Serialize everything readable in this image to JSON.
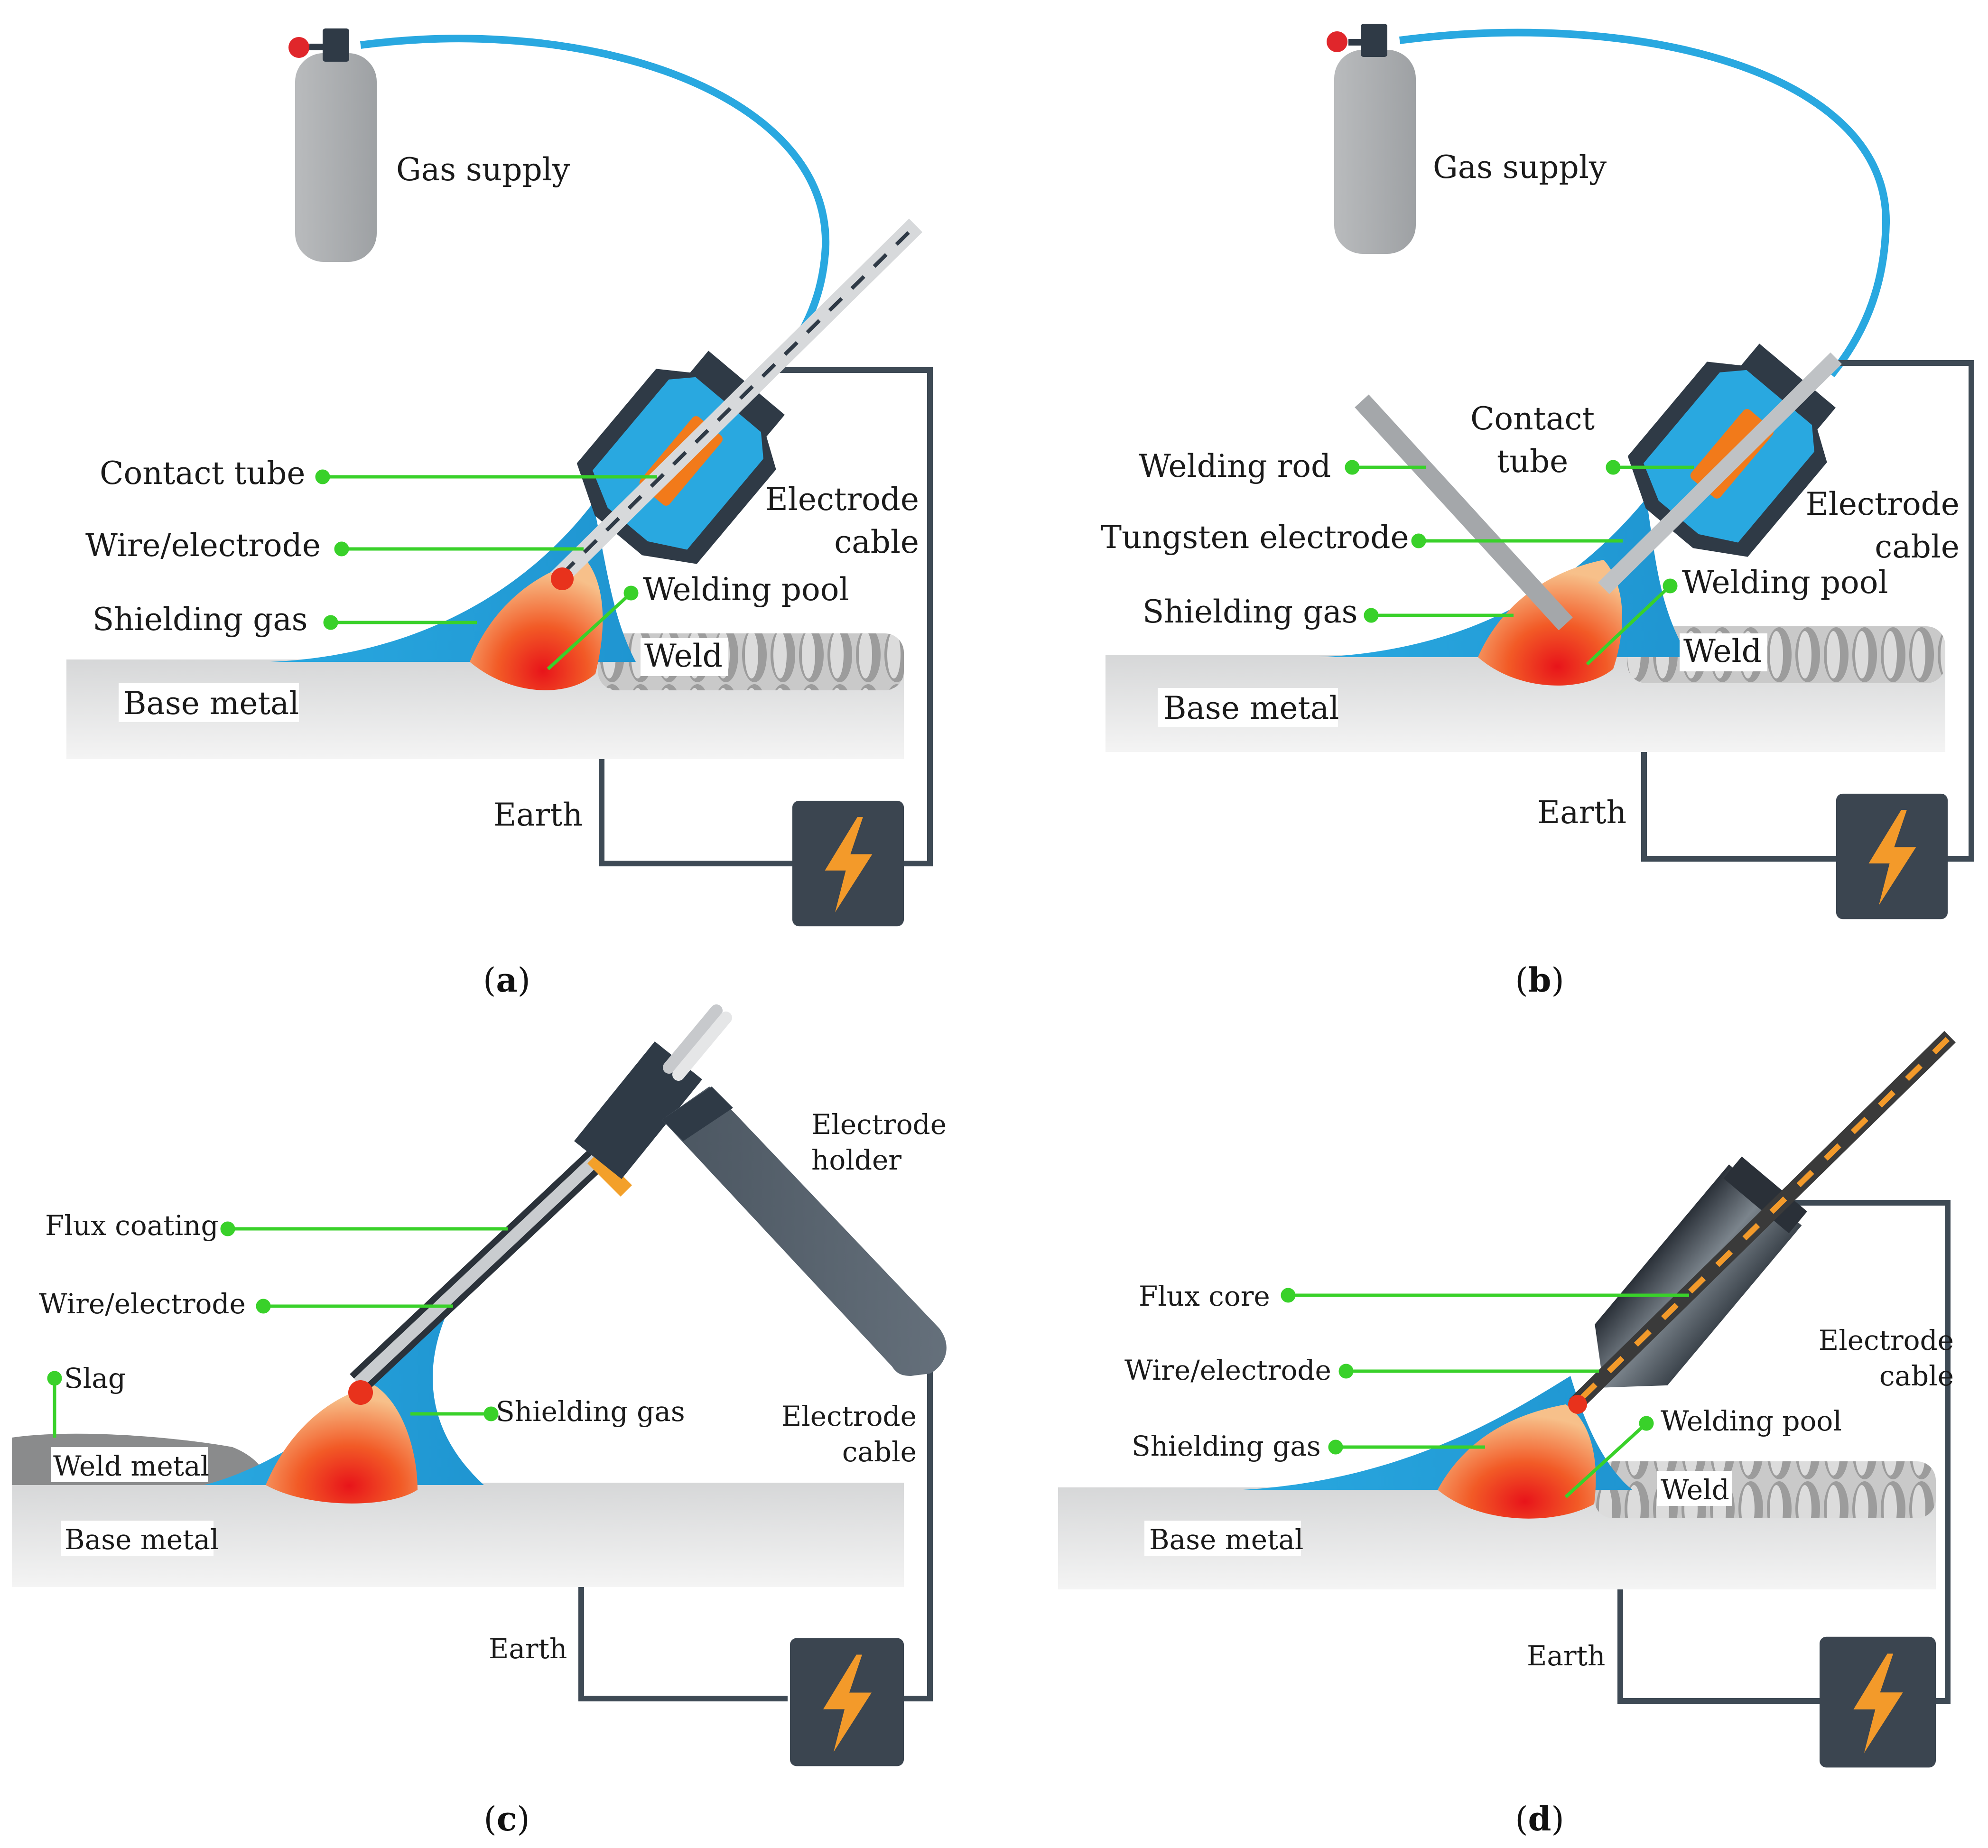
{
  "panels": {
    "a": {
      "caption_open": "(",
      "caption_letter": "a",
      "caption_close": ")",
      "gas_supply": "Gas supply",
      "contact_tube": "Contact tube",
      "wire_electrode": "Wire/electrode",
      "shielding_gas": "Shielding gas",
      "electrode_cable_1": "Electrode",
      "electrode_cable_2": "cable",
      "welding_pool": "Welding pool",
      "weld": "Weld",
      "base_metal": "Base metal",
      "earth": "Earth"
    },
    "b": {
      "caption_open": "(",
      "caption_letter": "b",
      "caption_close": ")",
      "gas_supply": "Gas supply",
      "contact_tube_1": "Contact",
      "contact_tube_2": "tube",
      "welding_rod": "Welding rod",
      "tungsten_electrode": "Tungsten electrode",
      "shielding_gas": "Shielding gas",
      "electrode_cable_1": "Electrode",
      "electrode_cable_2": "cable",
      "welding_pool": "Welding pool",
      "weld": "Weld",
      "base_metal": "Base metal",
      "earth": "Earth"
    },
    "c": {
      "caption_open": "(",
      "caption_letter": "c",
      "caption_close": ")",
      "electrode_holder_1": "Electrode",
      "electrode_holder_2": "holder",
      "flux_coating": "Flux coating",
      "wire_electrode": "Wire/electrode",
      "slag": "Slag",
      "shielding_gas": "Shielding gas",
      "weld_metal": "Weld metal",
      "base_metal": "Base metal",
      "electrode_cable_1": "Electrode",
      "electrode_cable_2": "cable",
      "earth": "Earth"
    },
    "d": {
      "caption_open": "(",
      "caption_letter": "d",
      "caption_close": ")",
      "flux_core": "Flux core",
      "wire_electrode": "Wire/electrode",
      "shielding_gas": "Shielding gas",
      "electrode_cable_1": "Electrode",
      "electrode_cable_2": "cable",
      "welding_pool": "Welding pool",
      "weld": "Weld",
      "base_metal": "Base metal",
      "earth": "Earth"
    }
  },
  "colors": {
    "shielding_gas": "#29a8e0",
    "torch_body": "#2f3a46",
    "contact_tube": "#f27a1a",
    "leader_line": "#39d12a",
    "power_box": "#3b4550",
    "lightning": "#f39a2a",
    "cable": "#3e4a55",
    "gas_hose": "#29a8e0",
    "cylinder": "#a9acaf"
  },
  "icons": [
    "gas-cylinder-icon",
    "welding-torch-icon",
    "power-source-icon",
    "lightning-bolt-icon",
    "electrode-holder-icon"
  ]
}
